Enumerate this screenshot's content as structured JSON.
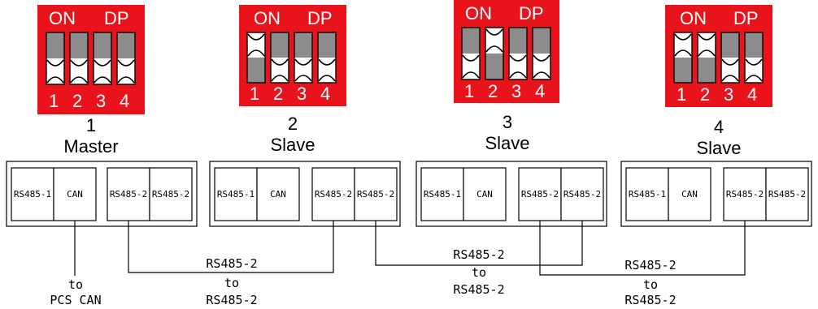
{
  "devices": [
    {
      "number": "1",
      "role": "Master",
      "switch_on_label": "ON",
      "switch_dp_label": "DP",
      "switch_numbers": [
        "1",
        "2",
        "3",
        "4"
      ],
      "switches_on": [
        true,
        true,
        true,
        true
      ],
      "ports": [
        "RS485-1",
        "CAN",
        "RS485-2",
        "RS485-2"
      ]
    },
    {
      "number": "2",
      "role": "Slave",
      "switch_on_label": "ON",
      "switch_dp_label": "DP",
      "switch_numbers": [
        "1",
        "2",
        "3",
        "4"
      ],
      "switches_on": [
        false,
        true,
        true,
        true
      ],
      "ports": [
        "RS485-1",
        "CAN",
        "RS485-2",
        "RS485-2"
      ]
    },
    {
      "number": "3",
      "role": "Slave",
      "switch_on_label": "ON",
      "switch_dp_label": "DP",
      "switch_numbers": [
        "1",
        "2",
        "3",
        "4"
      ],
      "switches_on": [
        true,
        false,
        true,
        true
      ],
      "ports": [
        "RS485-1",
        "CAN",
        "RS485-2",
        "RS485-2"
      ]
    },
    {
      "number": "4",
      "role": "Slave",
      "switch_on_label": "ON",
      "switch_dp_label": "DP",
      "switch_numbers": [
        "1",
        "2",
        "3",
        "4"
      ],
      "switches_on": [
        false,
        false,
        true,
        true
      ],
      "ports": [
        "RS485-1",
        "CAN",
        "RS485-2",
        "RS485-2"
      ]
    }
  ],
  "connections": [
    {
      "line1": "to",
      "line2": "PCS CAN"
    },
    {
      "line1": "RS485-2",
      "line2": "to",
      "line3": "RS485-2"
    },
    {
      "line1": "RS485-2",
      "line2": "to",
      "line3": "RS485-2"
    },
    {
      "line1": "RS485-2",
      "line2": "to",
      "line3": "RS485-2"
    }
  ],
  "colors": {
    "switch_body": "#e8131b",
    "actuator_off": "#8c8c8c",
    "actuator_on": "#ffffff",
    "line": "#000000"
  }
}
